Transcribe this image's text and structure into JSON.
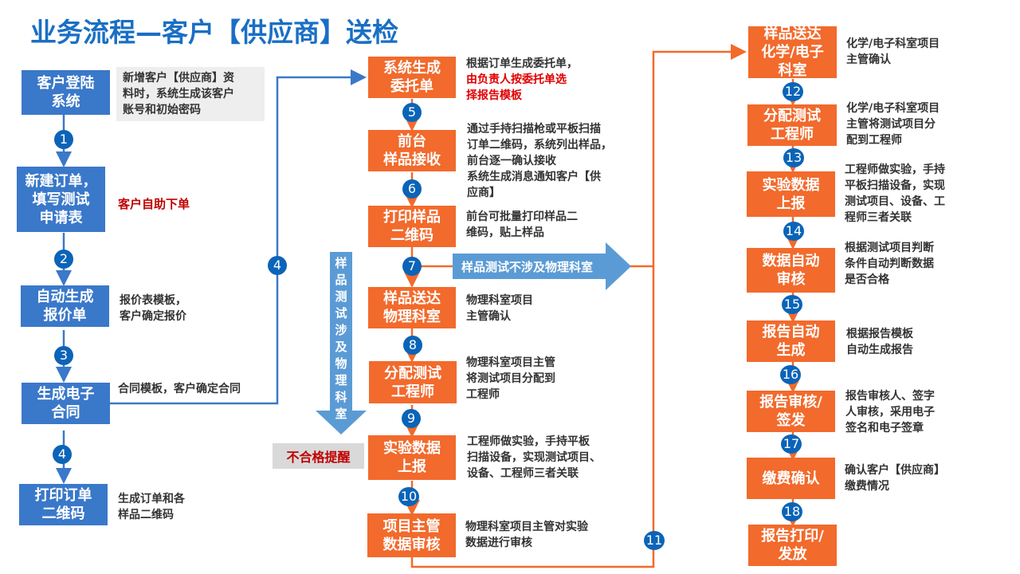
{
  "title": "业务流程—客户【供应商】送检",
  "colors": {
    "title": "#1a6fc4",
    "blue_box": "#3a78c9",
    "orange_box": "#f26a2c",
    "step_circle": "#0b64b8",
    "arrow_blue": "#5b9bd5",
    "highlight_red": "#e00000"
  },
  "left_column": [
    {
      "box": "客户登陆\n系统",
      "desc": "新增客户【供应商】资\n料时，系统生成该客户\n账号和初始密码"
    },
    {
      "step": "1"
    },
    {
      "box": "新建订单，\n填写测试\n申请表",
      "desc": "客户自助下单"
    },
    {
      "step": "2"
    },
    {
      "box": "自动生成\n报价单",
      "desc": "报价表模板，\n客户确定报价"
    },
    {
      "step": "3"
    },
    {
      "box": "生成电子\n合同",
      "desc": "合同模板，客户确定合同"
    },
    {
      "step": "4"
    },
    {
      "box": "打印订单\n二维码",
      "desc": "生成订单和各\n样品二维码"
    }
  ],
  "connector_step_4": "4",
  "middle_column": {
    "boxes": [
      {
        "box": "系统生成\n委托单",
        "desc": "根据订单生成委托单，",
        "desc_red": "由负责人按委托单选\n择报告模板"
      },
      {
        "box": "前台\n样品接收",
        "desc": "通过手持扫描枪或平板扫描\n订单二维码，系统列出样品，\n前台逐一确认接收\n系统生成消息通知客户【供\n应商】"
      },
      {
        "box": "打印样品\n二维码",
        "desc": "前台可批量打印样品二\n维码，贴上样品"
      },
      {
        "box": "样品送达\n物理科室",
        "desc": "物理科室项目\n主管确认"
      },
      {
        "box": "分配测试\n工程师",
        "desc": "物理科室项目主管\n将测试项目分配到\n工程师"
      },
      {
        "box": "实验数据\n上报",
        "desc": "工程师做实验，手持平板\n扫描设备，实现测试项目、\n设备、工程师三者关联"
      },
      {
        "box": "项目主管\n数据审核",
        "desc": "物理科室项目主管对实验\n数据进行审核"
      }
    ],
    "steps": [
      "5",
      "6",
      "7",
      "8",
      "9",
      "10"
    ],
    "branch_arrow_label": "样品测试不涉及物理科室",
    "vertical_arrow_label": "样品测试涉及物理科室",
    "alert_label": "不合格提醒",
    "return_step": "11"
  },
  "right_column": {
    "boxes": [
      {
        "box": "样品送达\n化学/电子\n科室",
        "desc": "化学/电子科室项目\n主管确认"
      },
      {
        "box": "分配测试\n工程师",
        "desc": "化学/电子科室项目\n主管将测试项目分\n配到工程师"
      },
      {
        "box": "实验数据\n上报",
        "desc": "工程师做实验，手持\n平板扫描设备，实现\n测试项目、设备、工\n程师三者关联"
      },
      {
        "box": "数据自动\n审核",
        "desc": "根据测试项目判断\n条件自动判断数据\n是否合格"
      },
      {
        "box": "报告自动\n生成",
        "desc": "根据报告模板\n自动生成报告"
      },
      {
        "box": "报告审核/\n签发",
        "desc": "报告审核人、签字\n人审核，采用电子\n签名和电子签章"
      },
      {
        "box": "缴费确认",
        "desc": "确认客户【供应商】\n缴费情况"
      },
      {
        "box": "报告打印/\n发放",
        "desc": ""
      }
    ],
    "steps": [
      "12",
      "13",
      "14",
      "15",
      "16",
      "17",
      "18"
    ]
  }
}
